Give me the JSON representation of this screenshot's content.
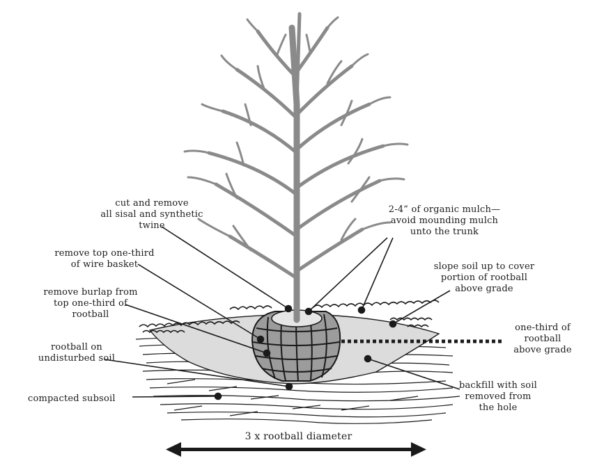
{
  "labels": {
    "mulch": "2-4” of organic mulch—\navoid mounding mulch\nunto the trunk",
    "twine": "cut and remove\nall sisal and synthetic\ntwine",
    "basket": "remove top one-third\nof wire basket",
    "burlap": "remove burlap from\ntop one-third of\nrootball",
    "slope": "slope soil up to cover\nportion of rootball\nabove grade",
    "third": "one-third of\nrootball\nabove grade",
    "rootball": "rootball on\nundisturbed soil",
    "backfill": "backfill with soil\nremoved from\nthe hole",
    "subsoil": "compacted subsoil",
    "width": "3 x rootball diameter"
  },
  "colors": {
    "ink": "#1a1a1a",
    "trunk": "#8a8a8a",
    "backfill": "#dcdcdc",
    "rootball": "#9c9c9c"
  }
}
